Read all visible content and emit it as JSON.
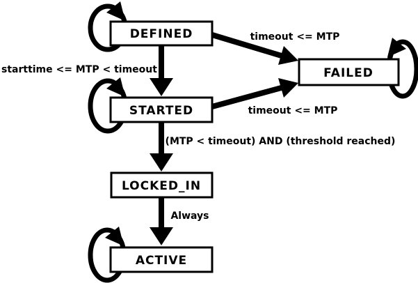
{
  "diagram": {
    "type": "state-machine",
    "background_color": "#ffffff",
    "stroke_color": "#000000",
    "states": [
      {
        "id": "defined",
        "label": "DEFINED",
        "self_loop": true
      },
      {
        "id": "failed",
        "label": "FAILED",
        "self_loop": true
      },
      {
        "id": "started",
        "label": "STARTED",
        "self_loop": true
      },
      {
        "id": "locked_in",
        "label": "LOCKED_IN",
        "self_loop": false
      },
      {
        "id": "active",
        "label": "ACTIVE",
        "self_loop": true
      }
    ],
    "transitions": [
      {
        "from": "defined",
        "to": "failed",
        "label": "timeout <= MTP"
      },
      {
        "from": "defined",
        "to": "started",
        "label": "starttime <= MTP < timeout"
      },
      {
        "from": "started",
        "to": "failed",
        "label": "timeout <= MTP"
      },
      {
        "from": "started",
        "to": "locked_in",
        "label": "(MTP < timeout) AND (threshold reached)"
      },
      {
        "from": "locked_in",
        "to": "active",
        "label": "Always"
      }
    ]
  }
}
